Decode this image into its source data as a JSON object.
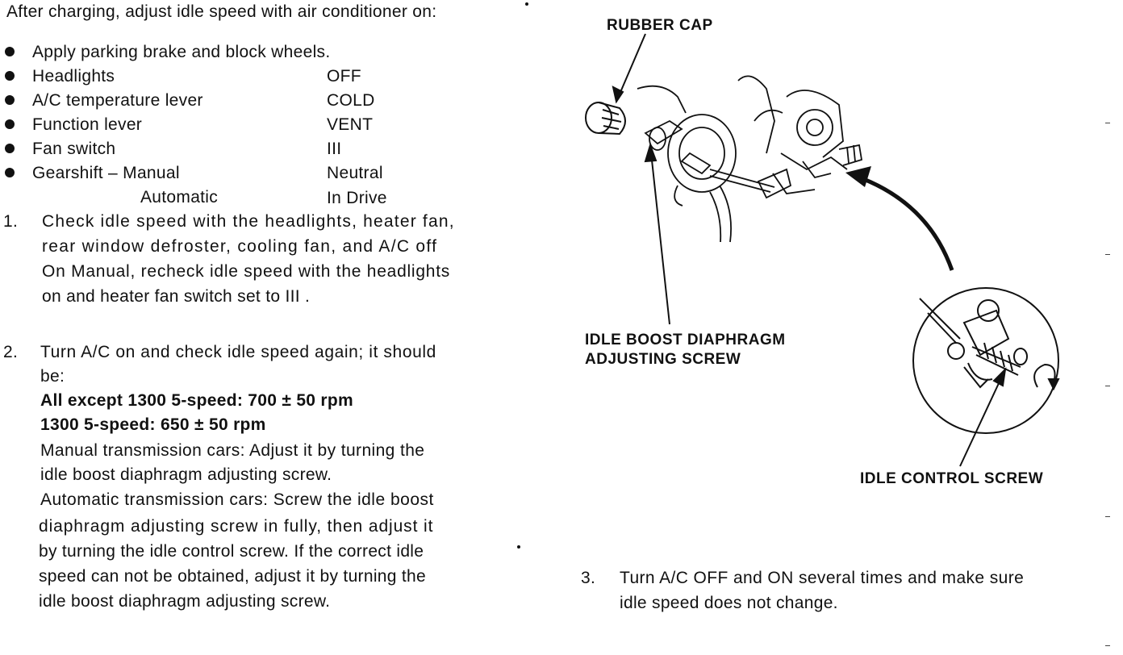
{
  "left": {
    "intro": "After charging, adjust idle speed with air conditioner on:",
    "bullets": [
      {
        "label": "Apply parking brake and block wheels.",
        "value": ""
      },
      {
        "label": "Headlights",
        "value": "OFF"
      },
      {
        "label": "A/C temperature lever",
        "value": "COLD"
      },
      {
        "label": "Function lever",
        "value": "VENT"
      },
      {
        "label": "Fan switch",
        "value": "III"
      },
      {
        "label": "Gearshift – Manual",
        "value": "Neutral"
      }
    ],
    "gearshift_automatic_label": "Automatic",
    "gearshift_automatic_value": "In Drive",
    "step1": {
      "num": "1.",
      "lines": [
        "Check idle speed with the headlights, heater fan,",
        "rear window defroster, cooling fan, and A/C off",
        "On Manual, recheck idle speed with the headlights",
        "on and heater fan switch set to  III ."
      ]
    },
    "step2": {
      "num": "2.",
      "lines": [
        "Turn A/C on and check idle speed again; it should",
        "be:"
      ],
      "bold_lines": [
        "All except 1300 5-speed:  700 ± 50 rpm",
        "1300 5-speed: 650 ± 50 rpm"
      ],
      "more_lines": [
        "Manual transmission cars: Adjust it by turning the",
        "idle boost diaphragm adjusting screw.",
        "Automatic transmission cars: Screw the idle boost",
        "diaphragm adjusting screw in fully, then adjust it",
        "by turning the idle control screw. If the correct idle",
        "speed can not be obtained,  adjust it by turning the",
        "idle boost diaphragm adjusting screw."
      ]
    }
  },
  "right": {
    "labels": {
      "rubber_cap": "RUBBER CAP",
      "diaphragm_1": "IDLE BOOST DIAPHRAGM",
      "diaphragm_2": "ADJUSTING SCREW",
      "idle_control": "IDLE CONTROL SCREW"
    },
    "step3": {
      "num": "3.",
      "lines": [
        "Turn A/C OFF and ON several times and make sure",
        "idle speed does not change."
      ]
    }
  }
}
